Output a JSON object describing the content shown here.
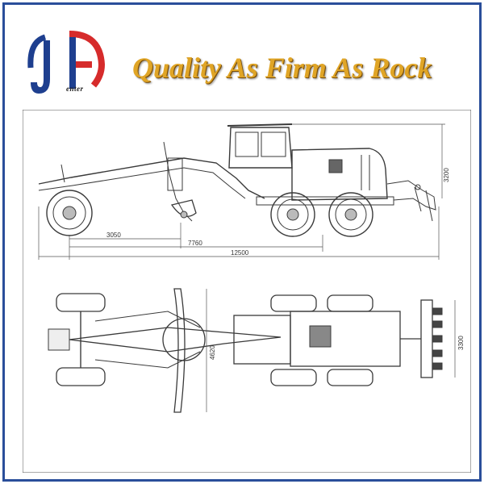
{
  "brand": {
    "logo_letters": "JA",
    "logo_word": "enter",
    "colors": {
      "blue": "#1e3f8f",
      "red": "#d62b2b",
      "frame": "#2a4e9a",
      "slogan": "#e0a526"
    }
  },
  "header": {
    "slogan": "Quality As Firm As Rock"
  },
  "drawing": {
    "side_view": {
      "dim_3050": "3050",
      "dim_7760": "7760",
      "dim_12500": "12500",
      "dim_height": "3200"
    },
    "top_view": {
      "dim_width": "4620",
      "dim_width2": "3300"
    }
  }
}
